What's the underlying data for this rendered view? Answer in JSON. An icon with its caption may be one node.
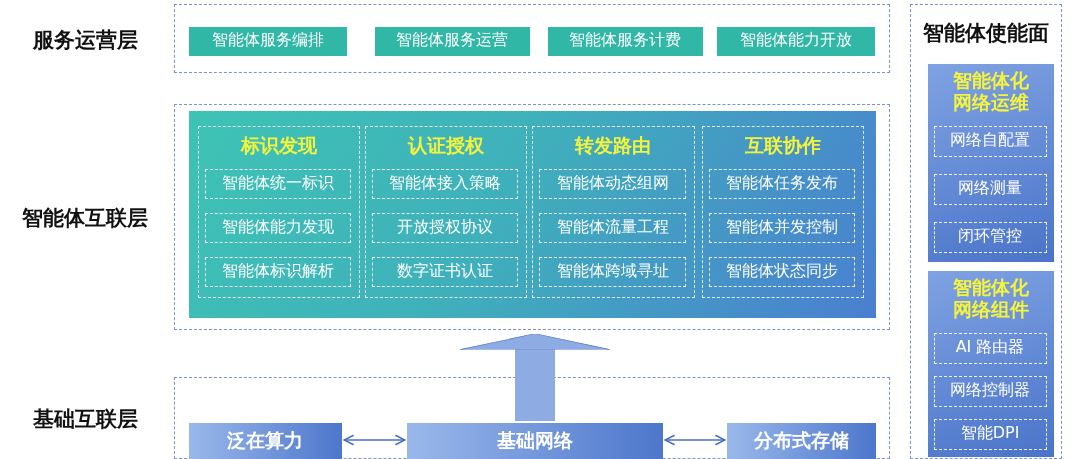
{
  "diagram": {
    "nodes": [
      {
        "text": [
          "服务运营层"
        ]
      },
      {
        "text": [
          "智能体服务编排"
        ],
        "in": 0
      },
      {
        "text": [
          "智能体服务运营"
        ],
        "in": 0
      },
      {
        "text": [
          "智能体服务计费"
        ],
        "in": 0
      },
      {
        "text": [
          "智能体能力开放"
        ],
        "in": 0
      },
      {
        "text": [
          "智能体互联层"
        ]
      },
      {
        "text": [],
        "shape": "box",
        "in": 5
      },
      {
        "text": [
          "标识发现"
        ],
        "in": 6
      },
      {
        "text": [
          "智能体统一标识"
        ],
        "in": 7
      },
      {
        "text": [
          "智能体能力发现"
        ],
        "in": 7
      },
      {
        "text": [
          "智能体标识解析"
        ],
        "in": 7
      },
      {
        "text": [
          "认证授权"
        ],
        "in": 6
      },
      {
        "text": [
          "智能体接入策略"
        ],
        "in": 11
      },
      {
        "text": [
          "开放授权协议"
        ],
        "in": 11
      },
      {
        "text": [
          "数字证书认证"
        ],
        "in": 11
      },
      {
        "text": [
          "转发路由"
        ],
        "in": 6
      },
      {
        "text": [
          "智能体动态组网"
        ],
        "in": 15
      },
      {
        "text": [
          "智能体流量工程"
        ],
        "in": 15
      },
      {
        "text": [
          "智能体跨域寻址"
        ],
        "in": 15
      },
      {
        "text": [
          "互联协作"
        ],
        "in": 6
      },
      {
        "text": [
          "智能体任务发布"
        ],
        "in": 19
      },
      {
        "text": [
          "智能体并发控制"
        ],
        "in": 19
      },
      {
        "text": [
          "智能体状态同步"
        ],
        "in": 19
      },
      {
        "text": [
          "基础互联层"
        ]
      },
      {
        "text": [
          "泛在算力"
        ],
        "in": 23
      },
      {
        "text": [
          "基础网络"
        ],
        "in": 23
      },
      {
        "text": [
          "分布式存储"
        ],
        "in": 23
      },
      {
        "text": [
          "智能体使能面"
        ]
      },
      {
        "text": [
          "智能体化网络运维"
        ],
        "in": 27
      },
      {
        "text": [
          "网络自配置"
        ],
        "in": 28
      },
      {
        "text": [
          "网络测量"
        ],
        "in": 28
      },
      {
        "text": [
          "闭环管控"
        ],
        "in": 28
      },
      {
        "text": [
          "智能体化网络组件"
        ],
        "in": 27
      },
      {
        "text": [
          "AI 路由器"
        ],
        "in": 32
      },
      {
        "text": [
          "网络控制器"
        ],
        "in": 32
      },
      {
        "text": [
          "智能DPI"
        ],
        "in": 32
      }
    ],
    "edges": [
      {
        "from": 24,
        "to": 25,
        "arrow": "both"
      },
      {
        "from": 25,
        "to": 26,
        "arrow": "both"
      },
      {
        "from": 25,
        "to": 5,
        "arrow": "to",
        "style": "thick"
      }
    ]
  }
}
